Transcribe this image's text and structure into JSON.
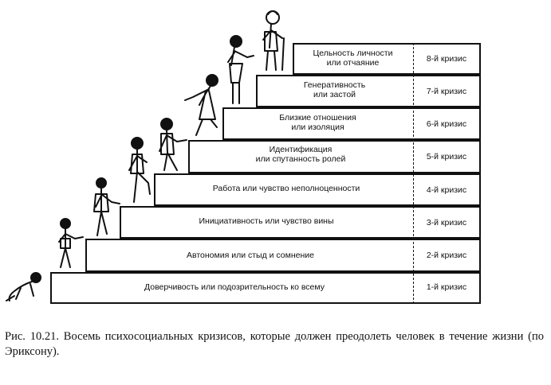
{
  "stages": [
    {
      "label": "Доверчивость или подозрительность ко всему",
      "crisis": "1-й кризис"
    },
    {
      "label": "Автономия или стыд и  сомнение",
      "crisis": "2-й кризис"
    },
    {
      "label": "Инициативность или  чувство вины",
      "crisis": "3-й кризис"
    },
    {
      "label": "Работа или чувство неполноценности",
      "crisis": "4-й кризис"
    },
    {
      "label": "Идентификация\nили спутанность ролей",
      "crisis": "5-й кризис"
    },
    {
      "label": "Близкие отношения\nили изоляция",
      "crisis": "6-й кризис"
    },
    {
      "label": "Генеративность\nили застой",
      "crisis": "7-й кризис"
    },
    {
      "label": "Цельность личности\nили отчаяние",
      "crisis": "8-й кризис"
    }
  ],
  "caption": "Рис. 10.21. Восемь психосоциальных кризисов, которые должен преодолеть человек в течение жизни (по Эриксону)."
}
